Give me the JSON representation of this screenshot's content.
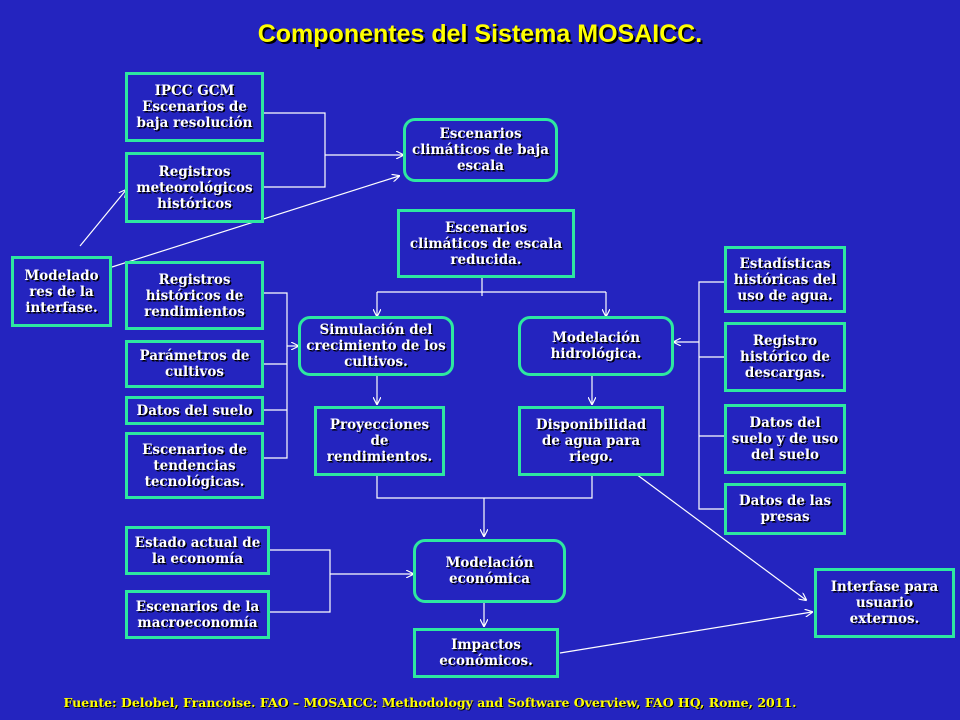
{
  "title": "Componentes del  Sistema MOSAICC.",
  "nodes": {
    "ipcc": "IPCC GCM Escenarios de baja resolución",
    "registros_meteo": "Registros meteorológicos históricos",
    "esc_baja": "Escenarios climáticos de baja escala",
    "esc_reducida": "Escenarios climáticos de escala reducida.",
    "modeladores": "Modelado res de la interfase.",
    "reg_rendimientos": "Registros históricos de rendimientos",
    "param_cultivos": "Parámetros de cultivos",
    "datos_suelo": "Datos del suelo",
    "esc_tendencias": "Escenarios de tendencias tecnológicas.",
    "simulacion": "Simulación del crecimiento de los cultivos.",
    "proyecciones": "Proyecciones de rendimientos.",
    "mod_hidro": "Modelación hidrológica.",
    "disponibilidad": "Disponibilidad de agua para riego.",
    "estadisticas": "Estadísticas históricas del uso de agua.",
    "reg_descargas": "Registro histórico de descargas.",
    "datos_suelo_uso": "Datos del suelo y de uso del suelo",
    "datos_presas": "Datos de las presas",
    "estado_economia": "Estado actual de la economía",
    "esc_macro": "Escenarios de la macroeconomía",
    "mod_economica": "Modelación económica",
    "impactos": "Impactos económicos.",
    "interfase_usuario": "Interfase para usuario externos."
  },
  "source": "Fuente: Delobel, Francoise. FAO – MOSAICC: Methodology and Software Overview, FAO HQ, Rome, 2011.",
  "colors": {
    "background": "#2424bf",
    "box_border": "#2ee8a0",
    "title": "#ffff00",
    "text": "#ffffff",
    "connector": "#ffffff"
  }
}
